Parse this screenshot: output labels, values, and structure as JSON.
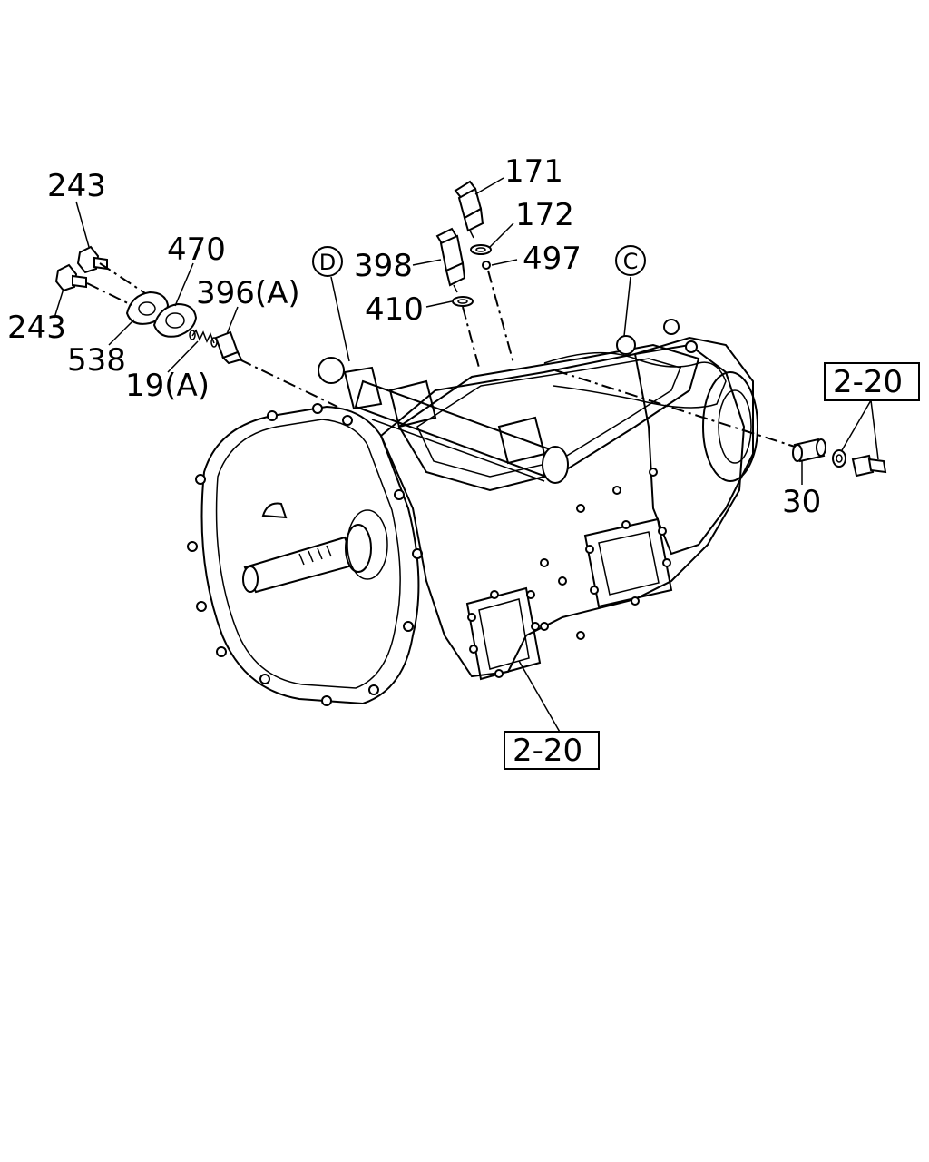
{
  "callouts": {
    "p243a": "243",
    "p243b": "243",
    "p470": "470",
    "p396a": "396(A)",
    "p538": "538",
    "p19a": "19(A)",
    "p171": "171",
    "p172": "172",
    "p398": "398",
    "p497": "497",
    "p410": "410",
    "p30": "30"
  },
  "view_markers": {
    "d": "D",
    "c": "C"
  },
  "reference_boxes": {
    "ref_right": "2-20",
    "ref_bottom": "2-20"
  }
}
